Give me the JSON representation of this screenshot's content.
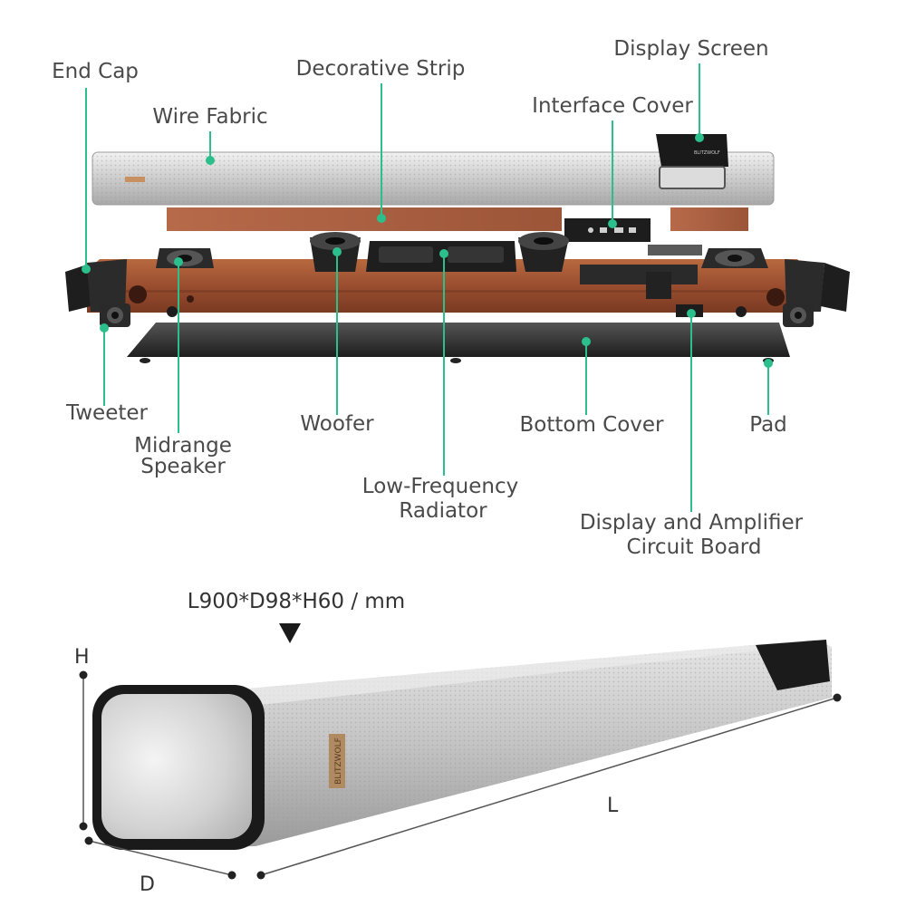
{
  "labels": {
    "end_cap": "End Cap",
    "decorative_strip": "Decorative Strip",
    "display_screen": "Display Screen",
    "wire_fabric": "Wire Fabric",
    "interface_cover": "Interface Cover",
    "tweeter": "Tweeter",
    "midrange_line1": "Midrange",
    "midrange_line2": "Speaker",
    "woofer": "Woofer",
    "bottom_cover": "Bottom Cover",
    "pad": "Pad",
    "lfr_line1": "Low-Frequency",
    "lfr_line2": "Radiator",
    "board_line1": "Display and Amplifier",
    "board_line2": "Circuit Board"
  },
  "dimensions": {
    "spec": "L900*D98*H60 / mm",
    "h": "H",
    "d": "D",
    "l": "L"
  },
  "brand_mark": "BLITZWOLF",
  "colors": {
    "leader": "#2bbf8c",
    "wood": "#9a4e2f",
    "silver": "#c8c8c8",
    "dark": "#1c1c1c",
    "label_text": "#4a4a4a"
  }
}
